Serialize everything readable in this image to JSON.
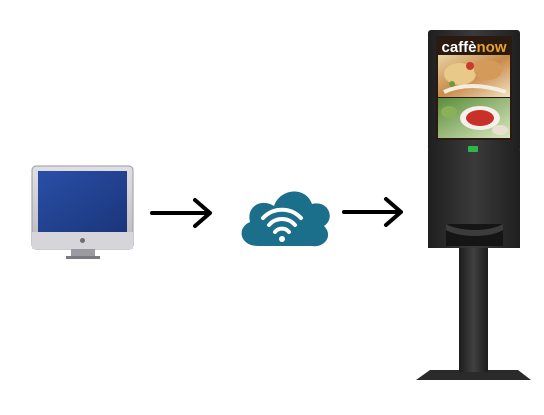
{
  "diagram": {
    "nodes": [
      {
        "id": "computer",
        "icon": "monitor-icon"
      },
      {
        "id": "cloud",
        "icon": "wifi-cloud-icon"
      },
      {
        "id": "kiosk",
        "icon": "digital-signage-kiosk-icon"
      }
    ],
    "edges": [
      {
        "from": "computer",
        "to": "cloud"
      },
      {
        "from": "cloud",
        "to": "kiosk"
      }
    ]
  },
  "kiosk": {
    "brand_part1": "caffè",
    "brand_part2": "now"
  },
  "colors": {
    "arrow": "#000000",
    "cloud": "#1b6f8a",
    "monitor_screen": "#1f3f8f",
    "monitor_frame": "#c9c9ce",
    "kiosk_body": "#2d2d2d",
    "brand_accent": "#e4a233",
    "led": "#2fb84a"
  }
}
